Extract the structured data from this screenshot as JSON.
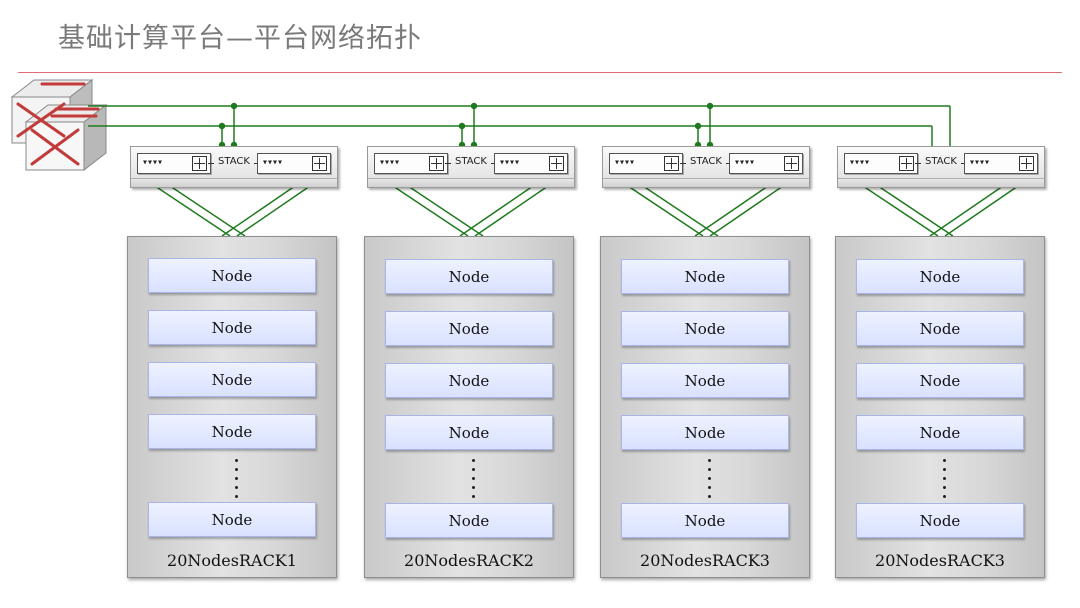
{
  "title": "基础计算平台—平台网络拓扑",
  "accent_colors": {
    "rule": "#e06a78",
    "link": "#1f7a1f",
    "node_fill": "#dde4ff",
    "core_switch": "#c23a3a"
  },
  "icons": {
    "core_router": "core-router-icon",
    "access_switch": "stacked-switch-icon"
  },
  "switch_label": "STACK",
  "racks": [
    {
      "label": "20NodesRACK1",
      "nodes": [
        "Node",
        "Node",
        "Node",
        "Node",
        "Node"
      ]
    },
    {
      "label": "20NodesRACK2",
      "nodes": [
        "Node",
        "Node",
        "Node",
        "Node",
        "Node"
      ]
    },
    {
      "label": "20NodesRACK3",
      "nodes": [
        "Node",
        "Node",
        "Node",
        "Node",
        "Node"
      ]
    },
    {
      "label": "20NodesRACK3",
      "nodes": [
        "Node",
        "Node",
        "Node",
        "Node",
        "Node"
      ]
    }
  ]
}
